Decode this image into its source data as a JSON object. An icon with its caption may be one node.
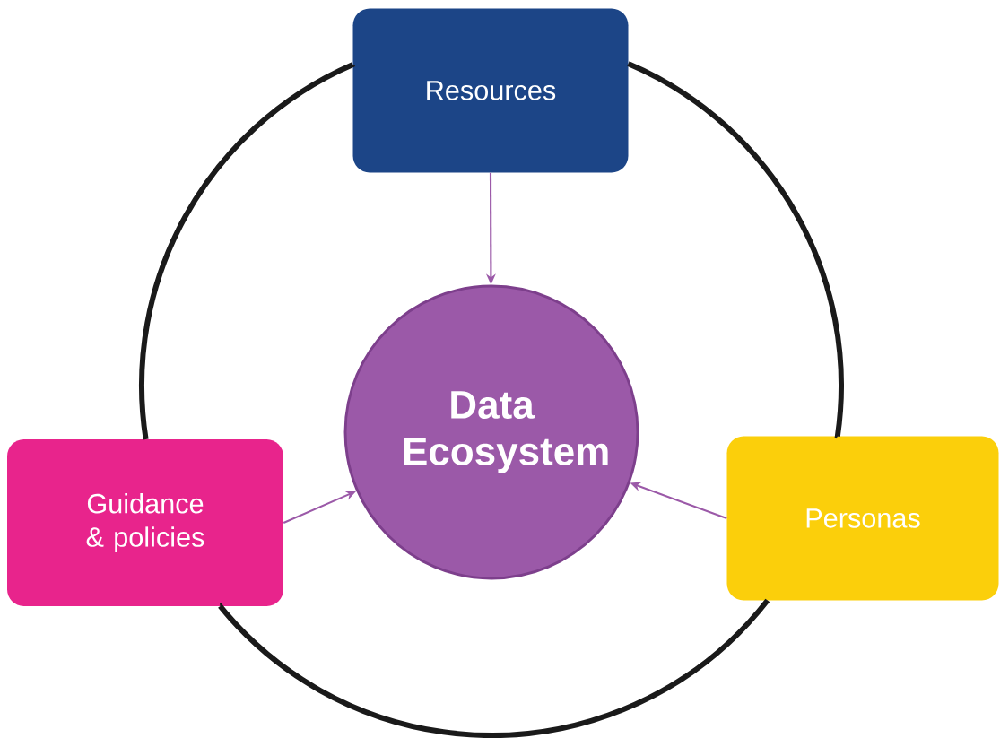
{
  "diagram": {
    "nodes": [
      {
        "text": [
          "Resources"
        ]
      },
      {
        "text": [
          "Data Ecosystem"
        ]
      },
      {
        "text": [
          "Guidance & policies"
        ]
      },
      {
        "text": [
          "Personas"
        ]
      }
    ],
    "edges": [
      {
        "from": 0,
        "to": 1,
        "arrow": "to",
        "color": "#9b59a8"
      },
      {
        "from": 2,
        "to": 1,
        "arrow": "to",
        "color": "#9b59a8"
      },
      {
        "from": 3,
        "to": 1,
        "arrow": "to",
        "color": "#9b59a8"
      },
      {
        "from": 0,
        "to": 3,
        "arrow": "none",
        "style": "thick",
        "color": "#1a1a1a"
      },
      {
        "from": 3,
        "to": 2,
        "arrow": "none",
        "style": "thick",
        "color": "#1a1a1a"
      },
      {
        "from": 2,
        "to": 0,
        "arrow": "none",
        "style": "thick",
        "color": "#1a1a1a"
      }
    ]
  }
}
